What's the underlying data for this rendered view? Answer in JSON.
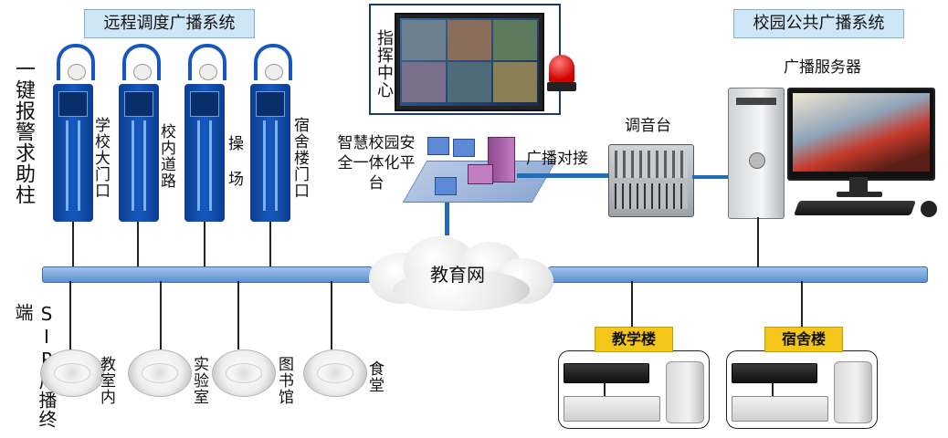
{
  "sections": {
    "remote_dispatch_title": "远程调度广播系统",
    "campus_broadcast_title": "校园公共广播系统"
  },
  "left_labels": {
    "alarm_column": "一键报警求助柱",
    "sip_terminal": "SIP广播终端"
  },
  "pillar_labels": [
    "学校大门口",
    "校内道路",
    "操 场",
    "宿舍楼门口"
  ],
  "speaker_labels": [
    "教室内",
    "实验室",
    "图书馆",
    "食堂"
  ],
  "command_center": "指挥中心",
  "platform": "智慧校园安全一体化平台",
  "broadcast_link": "广播对接",
  "mixer": "调音台",
  "server": "广播服务器",
  "network": "教育网",
  "buildings": [
    "教学楼",
    "宿舍楼"
  ]
}
